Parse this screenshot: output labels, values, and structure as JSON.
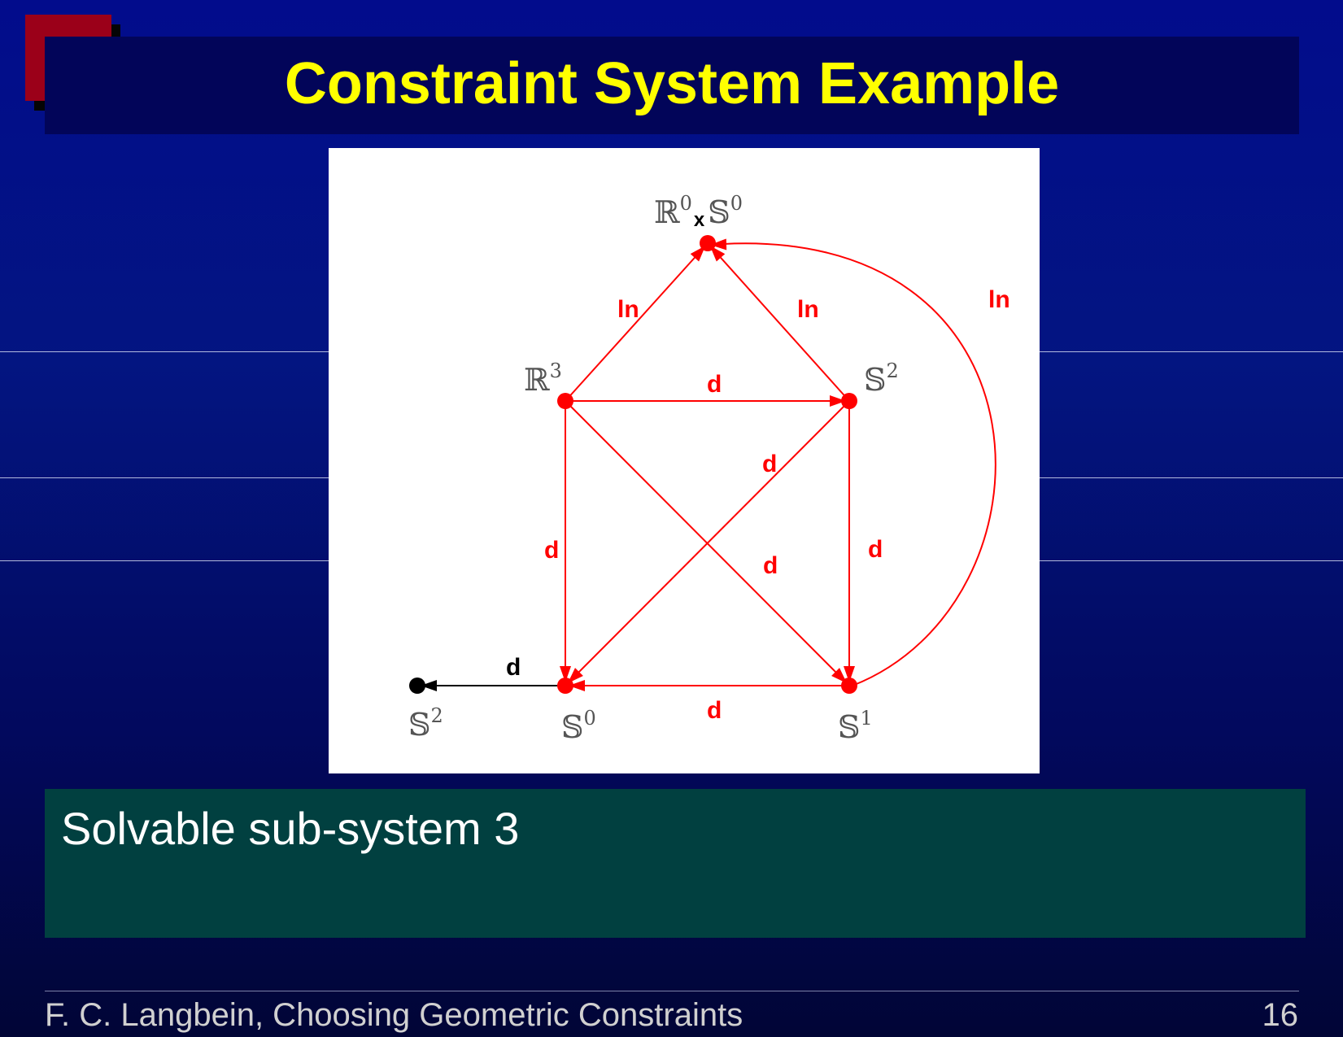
{
  "slide": {
    "title": "Constraint System Example",
    "subtitle": "Solvable sub-system 3",
    "footer_text": "F. C. Langbein, Choosing Geometric Constraints",
    "page_number": "16"
  },
  "colors": {
    "accent_square": "#9b0019",
    "title_text": "#ffff00",
    "active_edge": "#ff0000",
    "inactive_edge": "#000000",
    "subsystem_panel": "#014040"
  },
  "diagram": {
    "nodes": [
      {
        "id": "rx",
        "base": "ℝ",
        "sup": "0",
        "joiner": "x",
        "base2": "𝕊",
        "sup2": "0",
        "active": true
      },
      {
        "id": "r3",
        "base": "ℝ",
        "sup": "3",
        "active": true
      },
      {
        "id": "s2",
        "base": "𝕊",
        "sup": "2",
        "active": true
      },
      {
        "id": "s0",
        "base": "𝕊",
        "sup": "0",
        "active": true
      },
      {
        "id": "s1",
        "base": "𝕊",
        "sup": "1",
        "active": true
      },
      {
        "id": "s2b",
        "base": "𝕊",
        "sup": "2",
        "active": false
      }
    ],
    "edges": [
      {
        "from": "r3",
        "to": "rx",
        "label": "ln",
        "active": true
      },
      {
        "from": "s2",
        "to": "rx",
        "label": "ln",
        "active": true
      },
      {
        "from": "s1",
        "to": "rx",
        "label": "ln",
        "active": true,
        "curved": true
      },
      {
        "from": "r3",
        "to": "s2",
        "label": "d",
        "active": true
      },
      {
        "from": "r3",
        "to": "s0",
        "label": "d",
        "active": true
      },
      {
        "from": "r3",
        "to": "s1",
        "label": "d",
        "active": true
      },
      {
        "from": "s2",
        "to": "s0",
        "label": "d",
        "active": true
      },
      {
        "from": "s2",
        "to": "s1",
        "label": "d",
        "active": true
      },
      {
        "from": "s1",
        "to": "s0",
        "label": "d",
        "active": true
      },
      {
        "from": "s0",
        "to": "s2b",
        "label": "d",
        "active": false
      }
    ]
  }
}
